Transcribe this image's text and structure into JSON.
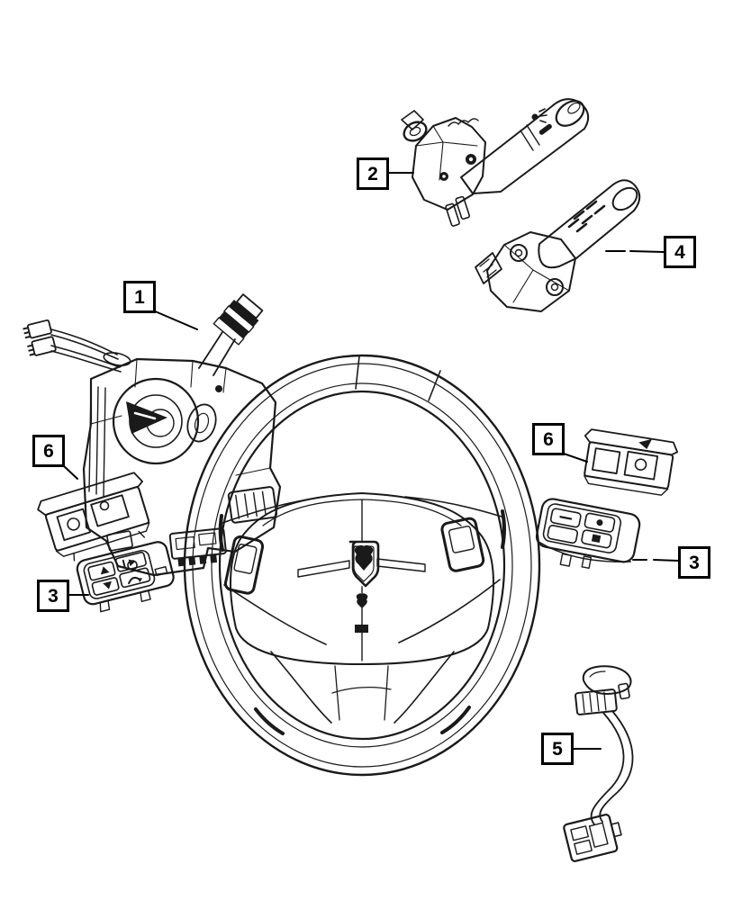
{
  "diagram": {
    "background_color": "#ffffff",
    "line_color": "#1a1a1a"
  },
  "callouts": {
    "c1": {
      "label": "1"
    },
    "c2": {
      "label": "2"
    },
    "c3_left": {
      "label": "3"
    },
    "c3_right": {
      "label": "3"
    },
    "c4": {
      "label": "4"
    },
    "c5": {
      "label": "5"
    },
    "c6_left": {
      "label": "6"
    },
    "c6_right": {
      "label": "6"
    }
  }
}
